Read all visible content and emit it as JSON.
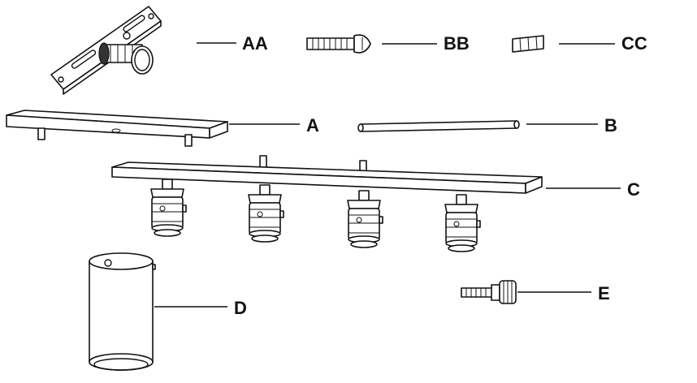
{
  "parts": [
    {
      "id": "mounting-plate-with-nipple",
      "label": "AA"
    },
    {
      "id": "screw",
      "label": "BB"
    },
    {
      "id": "wire-connector",
      "label": "CC"
    },
    {
      "id": "canopy",
      "label": "A"
    },
    {
      "id": "down-rod",
      "label": "B"
    },
    {
      "id": "fixture-bar-with-sockets",
      "label": "C"
    },
    {
      "id": "shade",
      "label": "D"
    },
    {
      "id": "thumb-screw",
      "label": "E"
    }
  ]
}
